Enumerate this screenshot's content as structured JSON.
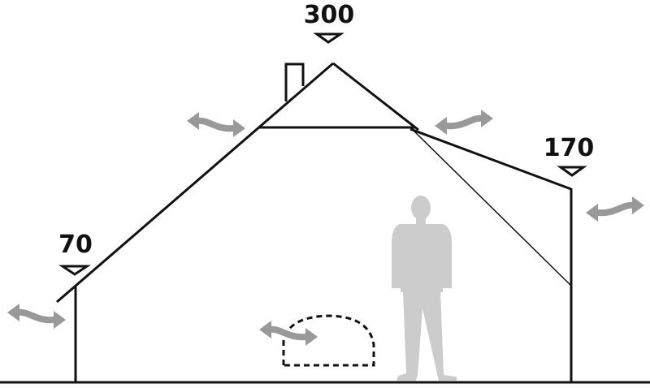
{
  "heights": {
    "peak": "300",
    "right_wall": "170",
    "left_wall": "70"
  },
  "colors": {
    "outline": "#111111",
    "airflow_arrow": "#999999",
    "person": "#cccccc"
  },
  "icons": [
    "ventilation-arrow-icon",
    "person-silhouette-icon",
    "height-marker-icon",
    "chimney-vent-icon",
    "door-dome-outline"
  ]
}
